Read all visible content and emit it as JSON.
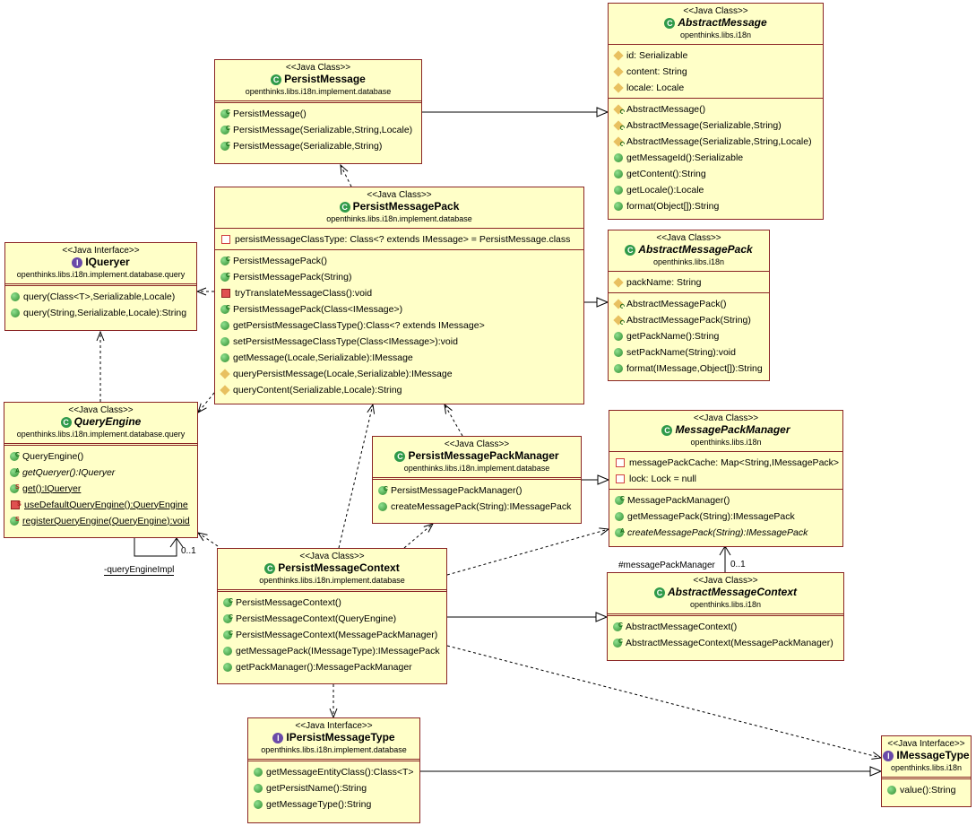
{
  "classes": {
    "abstract_message": {
      "stereotype": "<<Java Class>>",
      "name": "AbstractMessage",
      "package": "openthinks.libs.i18n",
      "fields": [
        "id: Serializable",
        "content: String",
        "locale: Locale"
      ],
      "methods": [
        "AbstractMessage()",
        "AbstractMessage(Serializable,String)",
        "AbstractMessage(Serializable,String,Locale)",
        "getMessageId():Serializable",
        "getContent():String",
        "getLocale():Locale",
        "format(Object[]):String"
      ]
    },
    "persist_message": {
      "stereotype": "<<Java Class>>",
      "name": "PersistMessage",
      "package": "openthinks.libs.i18n.implement.database",
      "methods": [
        "PersistMessage()",
        "PersistMessage(Serializable,String,Locale)",
        "PersistMessage(Serializable,String)"
      ]
    },
    "persist_message_pack": {
      "stereotype": "<<Java Class>>",
      "name": "PersistMessagePack",
      "package": "openthinks.libs.i18n.implement.database",
      "fields": [
        "persistMessageClassType: Class<? extends IMessage> = PersistMessage.class"
      ],
      "methods": [
        "PersistMessagePack()",
        "PersistMessagePack(String)",
        "tryTranslateMessageClass():void",
        "PersistMessagePack(Class<IMessage>)",
        "getPersistMessageClassType():Class<? extends IMessage>",
        "setPersistMessageClassType(Class<IMessage>):void",
        "getMessage(Locale,Serializable):IMessage",
        "queryPersistMessage(Locale,Serializable):IMessage",
        "queryContent(Serializable,Locale):String"
      ]
    },
    "iqueryer": {
      "stereotype": "<<Java Interface>>",
      "name": "IQueryer",
      "package": "openthinks.libs.i18n.implement.database.query",
      "methods": [
        "query(Class<T>,Serializable,Locale)",
        "query(String,Serializable,Locale):String"
      ]
    },
    "abstract_message_pack": {
      "stereotype": "<<Java Class>>",
      "name": "AbstractMessagePack",
      "package": "openthinks.libs.i18n",
      "fields": [
        "packName: String"
      ],
      "methods": [
        "AbstractMessagePack()",
        "AbstractMessagePack(String)",
        "getPackName():String",
        "setPackName(String):void",
        "format(IMessage,Object[]):String"
      ]
    },
    "query_engine": {
      "stereotype": "<<Java Class>>",
      "name": "QueryEngine",
      "package": "openthinks.libs.i18n.implement.database.query",
      "methods": [
        "QueryEngine()",
        "getQueryer():IQueryer",
        "get():IQueryer",
        "useDefaultQueryEngine():QueryEngine",
        "registerQueryEngine(QueryEngine):void"
      ]
    },
    "message_pack_manager": {
      "stereotype": "<<Java Class>>",
      "name": "MessagePackManager",
      "package": "openthinks.libs.i18n",
      "fields": [
        "messagePackCache: Map<String,IMessagePack>",
        "lock: Lock = null"
      ],
      "methods": [
        "MessagePackManager()",
        "getMessagePack(String):IMessagePack",
        "createMessagePack(String):IMessagePack"
      ]
    },
    "persist_message_pack_manager": {
      "stereotype": "<<Java Class>>",
      "name": "PersistMessagePackManager",
      "package": "openthinks.libs.i18n.implement.database",
      "methods": [
        "PersistMessagePackManager()",
        "createMessagePack(String):IMessagePack"
      ]
    },
    "persist_message_context": {
      "stereotype": "<<Java Class>>",
      "name": "PersistMessageContext",
      "package": "openthinks.libs.i18n.implement.database",
      "methods": [
        "PersistMessageContext()",
        "PersistMessageContext(QueryEngine)",
        "PersistMessageContext(MessagePackManager)",
        "getMessagePack(IMessageType):IMessagePack",
        "getPackManager():MessagePackManager"
      ]
    },
    "abstract_message_context": {
      "stereotype": "<<Java Class>>",
      "name": "AbstractMessageContext",
      "package": "openthinks.libs.i18n",
      "methods": [
        "AbstractMessageContext()",
        "AbstractMessageContext(MessagePackManager)"
      ]
    },
    "ipersist_message_type": {
      "stereotype": "<<Java Interface>>",
      "name": "IPersistMessageType",
      "package": "openthinks.libs.i18n.implement.database",
      "methods": [
        "getMessageEntityClass():Class<T>",
        "getPersistName():String",
        "getMessageType():String"
      ]
    },
    "imessage_type": {
      "stereotype": "<<Java Interface>>",
      "name": "IMessageType",
      "package": "openthinks.libs.i18n",
      "methods": [
        "value():String"
      ]
    }
  },
  "labels": {
    "multiplicity_engine": "0..1",
    "query_engine_impl": "-queryEngineImpl",
    "message_pack_manager_role": "#messagePackManager",
    "multiplicity_manager": "0..1"
  },
  "colors": {
    "box_fill": "#ffffc8",
    "box_border": "#8a2424",
    "public": "#2e8b2e",
    "private": "#e05050",
    "protected": "#e8c060"
  }
}
